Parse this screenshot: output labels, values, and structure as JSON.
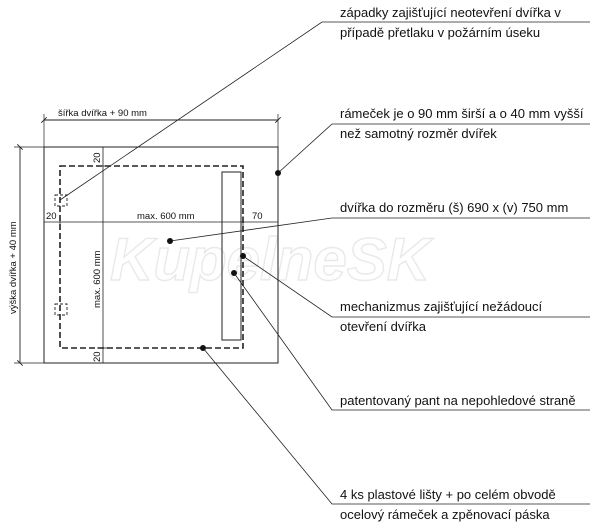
{
  "dimensions": {
    "width_label": "šířka dvířka + 90 mm",
    "height_label": "výška dvířka + 40 mm",
    "max_width": "max. 600 mm",
    "max_height": "max. 600 mm",
    "margin_top": "20",
    "margin_bottom": "20",
    "margin_left": "20",
    "margin_right": "70"
  },
  "watermark": "KupelneSK",
  "callouts": [
    {
      "line1": "západky zajišťující neotevření dvířka v",
      "line2": "případě přetlaku v požárním úseku"
    },
    {
      "line1": "rámeček je o 90 mm širší a o 40 mm vyšší",
      "line2": "než samotný rozměr dvířek"
    },
    {
      "line1": "dvířka do rozměru (š) 690 x (v) 750 mm",
      "line2": ""
    },
    {
      "line1": "mechanizmus zajišťující nežádoucí",
      "line2": "otevření dvířka"
    },
    {
      "line1": "patentovaný pant na nepohledové straně",
      "line2": ""
    },
    {
      "line1": "4 ks plastové lišty + po celém obvodě",
      "line2": "ocelový rámeček a zpěnovací páska"
    }
  ]
}
